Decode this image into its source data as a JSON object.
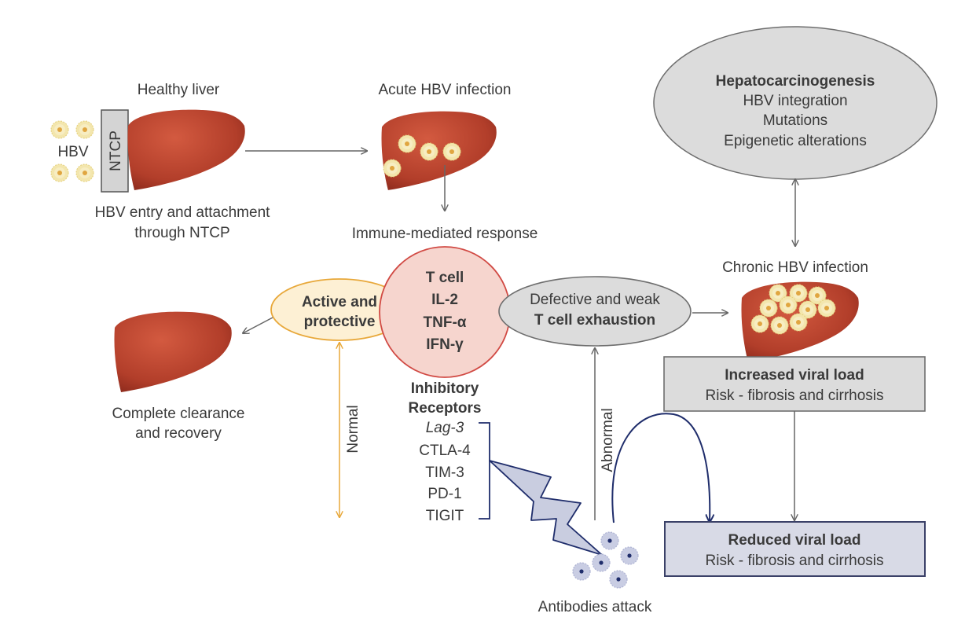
{
  "labels": {
    "healthy_liver": "Healthy liver",
    "hbv": "HBV",
    "ntcp": "NTCP",
    "entry_line1": "HBV entry and attachment",
    "entry_line2": "through NTCP",
    "acute_infection": "Acute HBV infection",
    "immune_response": "Immune-mediated response",
    "hepato_title": "Hepatocarcinogenesis",
    "hepato_item1": "HBV integration",
    "hepato_item2": "Mutations",
    "hepato_item3": "Epigenetic alterations",
    "chronic_infection": "Chronic HBV infection",
    "active_line1": "Active and",
    "active_line2": "protective",
    "tcell_line1": "T cell",
    "tcell_line2": "IL-2",
    "tcell_line3": "TNF-α",
    "tcell_line4": "IFN-γ",
    "defective_line1": "Defective and weak",
    "defective_line2": "T cell exhaustion",
    "complete_line1": "Complete clearance",
    "complete_line2": "and recovery",
    "normal": "Normal",
    "abnormal": "Abnormal",
    "inhibitory_line1": "Inhibitory",
    "inhibitory_line2": "Receptors",
    "receptors": [
      "Lag-3",
      "CTLA-4",
      "TIM-3",
      "PD-1",
      "TIGIT"
    ],
    "increased_title": "Increased viral load",
    "increased_risk": "Risk - fibrosis and cirrhosis",
    "reduced_title": "Reduced viral load",
    "reduced_risk": "Risk - fibrosis and cirrhosis",
    "antibodies": "Antibodies attack"
  },
  "colors": {
    "liver": "#b9442f",
    "liver_dark": "#8c2a1c",
    "virus": "#f1e4a6",
    "virus_core": "#d9a441",
    "tcell_fill": "#f6d5ce",
    "tcell_stroke": "#d14a44",
    "active_fill": "#fdf0d4",
    "active_stroke": "#e8a83a",
    "normal_arrow": "#e8a83a",
    "grey_fill": "#dcdcdc",
    "grey_stroke": "#7a7a7a",
    "reduced_fill": "#d8dae6",
    "reduced_stroke": "#3b4168",
    "antibody": "#c9cde3",
    "antibody_core": "#1f2d6b",
    "bolt_fill": "#c9cde0"
  },
  "icons": [
    "hbv-virus-icon",
    "liver-icon",
    "lightning-bolt-icon",
    "antibody-icon"
  ]
}
